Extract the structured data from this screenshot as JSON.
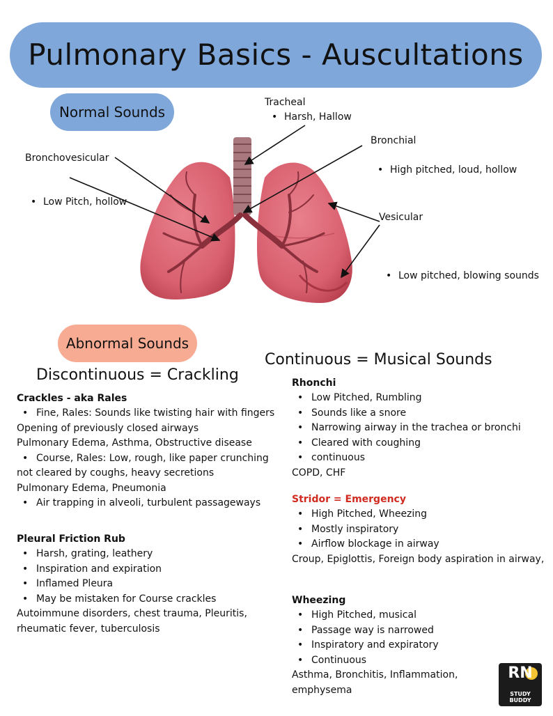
{
  "title": "Pulmonary Basics - Auscultations",
  "normal": {
    "heading": "Normal Sounds",
    "tracheal": {
      "label": "Tracheal",
      "bullet": "Harsh, Hallow"
    },
    "bronchial": {
      "label": "Bronchial",
      "bullet": "High pitched, loud, hollow"
    },
    "bronchovesicular": {
      "label": "Bronchovesicular",
      "bullet": "Low Pitch, hollow"
    },
    "vesicular": {
      "label": "Vesicular",
      "bullet": "Low pitched, blowing sounds"
    }
  },
  "abnormal": {
    "heading": "Abnormal Sounds",
    "discontinuous": {
      "heading": "Discontinuous = Crackling",
      "crackles": {
        "title": "Crackles - aka Rales",
        "fine_bullet": "Fine, Rales: Sounds like twisting hair with fingers",
        "fine_line1": "Opening of previously closed airways",
        "fine_line2": "Pulmonary Edema, Asthma, Obstructive disease",
        "course_bullet": "Course, Rales: Low, rough, like paper crunching",
        "course_line1": "not cleared by coughs, heavy secretions",
        "course_line2": "Pulmonary Edema, Pneumonia",
        "air_bullet": "Air trapping in alveoli, turbulent passageways"
      },
      "friction": {
        "title": "Pleural Friction Rub",
        "items": [
          "Harsh,  grating, leathery",
          "Inspiration and expiration",
          "Inflamed Pleura",
          "May be mistaken for Course crackles"
        ],
        "note1": "Autoimmune disorders, chest trauma, Pleuritis,",
        "note2": "rheumatic fever, tuberculosis"
      }
    },
    "continuous": {
      "heading": "Continuous = Musical Sounds",
      "rhonchi": {
        "title": "Rhonchi",
        "items": [
          "Low Pitched, Rumbling",
          "Sounds like a snore",
          "Narrowing airway in the trachea or bronchi",
          "Cleared with coughing",
          "continuous"
        ],
        "note": "COPD, CHF"
      },
      "stridor": {
        "title": "Stridor = Emergency",
        "items": [
          "High Pitched, Wheezing",
          "Mostly inspiratory",
          "Airflow blockage in airway"
        ],
        "note": "Croup, Epiglottis, Foreign body aspiration in airway,"
      },
      "wheezing": {
        "title": "Wheezing",
        "items": [
          "High Pitched, musical",
          "Passage way is narrowed",
          "Inspiratory and expiratory",
          "Continuous"
        ],
        "note1": "Asthma, Bronchitis, Inflammation,",
        "note2": "emphysema"
      }
    }
  },
  "logo": {
    "top": "RN",
    "bottom": "STUDY BUDDY"
  },
  "colors": {
    "title_bar": "#7fa7d9",
    "normal_pill": "#7fa7d9",
    "abnormal_pill": "#f7ab93",
    "lung": "#d9606f",
    "stridor": "#d12a1f"
  }
}
